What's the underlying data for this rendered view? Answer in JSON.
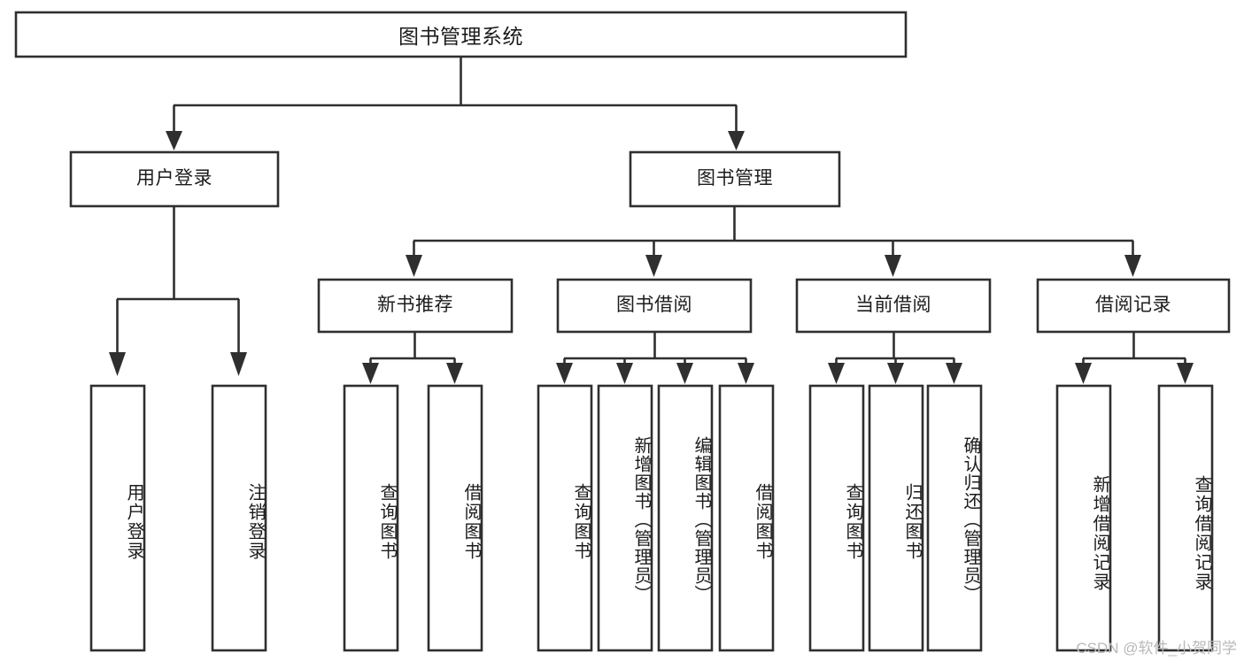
{
  "diagram": {
    "type": "tree-hierarchy-chart",
    "title": "图书管理系统",
    "watermark": "CSDN @软件_小贺同学",
    "colors": {
      "stroke": "#2f2f2f",
      "fill": "#ffffff",
      "text": "#1c1c1c",
      "watermark": "#b9b9b9"
    },
    "levels": {
      "root_label": "图书管理系统",
      "level2": [
        {
          "label": "用户登录"
        },
        {
          "label": "图书管理"
        }
      ],
      "level3": [
        {
          "label": "新书推荐"
        },
        {
          "label": "图书借阅"
        },
        {
          "label": "当前借阅"
        },
        {
          "label": "借阅记录"
        }
      ]
    },
    "groups": {
      "user_login_children": [
        {
          "label": "用户登录"
        },
        {
          "label": "注销登录"
        }
      ],
      "new_book_children": [
        {
          "label": "查询图书"
        },
        {
          "label": "借阅图书"
        }
      ],
      "book_borrow_children": [
        {
          "label": "查询图书"
        },
        {
          "label": "新增图书（管理员）"
        },
        {
          "label": "编辑图书（管理员）"
        },
        {
          "label": "借阅图书"
        }
      ],
      "current_borrow_children": [
        {
          "label": "查询图书"
        },
        {
          "label": "归还图书"
        },
        {
          "label": "确认归还（管理员）"
        }
      ],
      "borrow_record_children": [
        {
          "label": "新增借阅记录"
        },
        {
          "label": "查询借阅记录"
        }
      ]
    }
  }
}
